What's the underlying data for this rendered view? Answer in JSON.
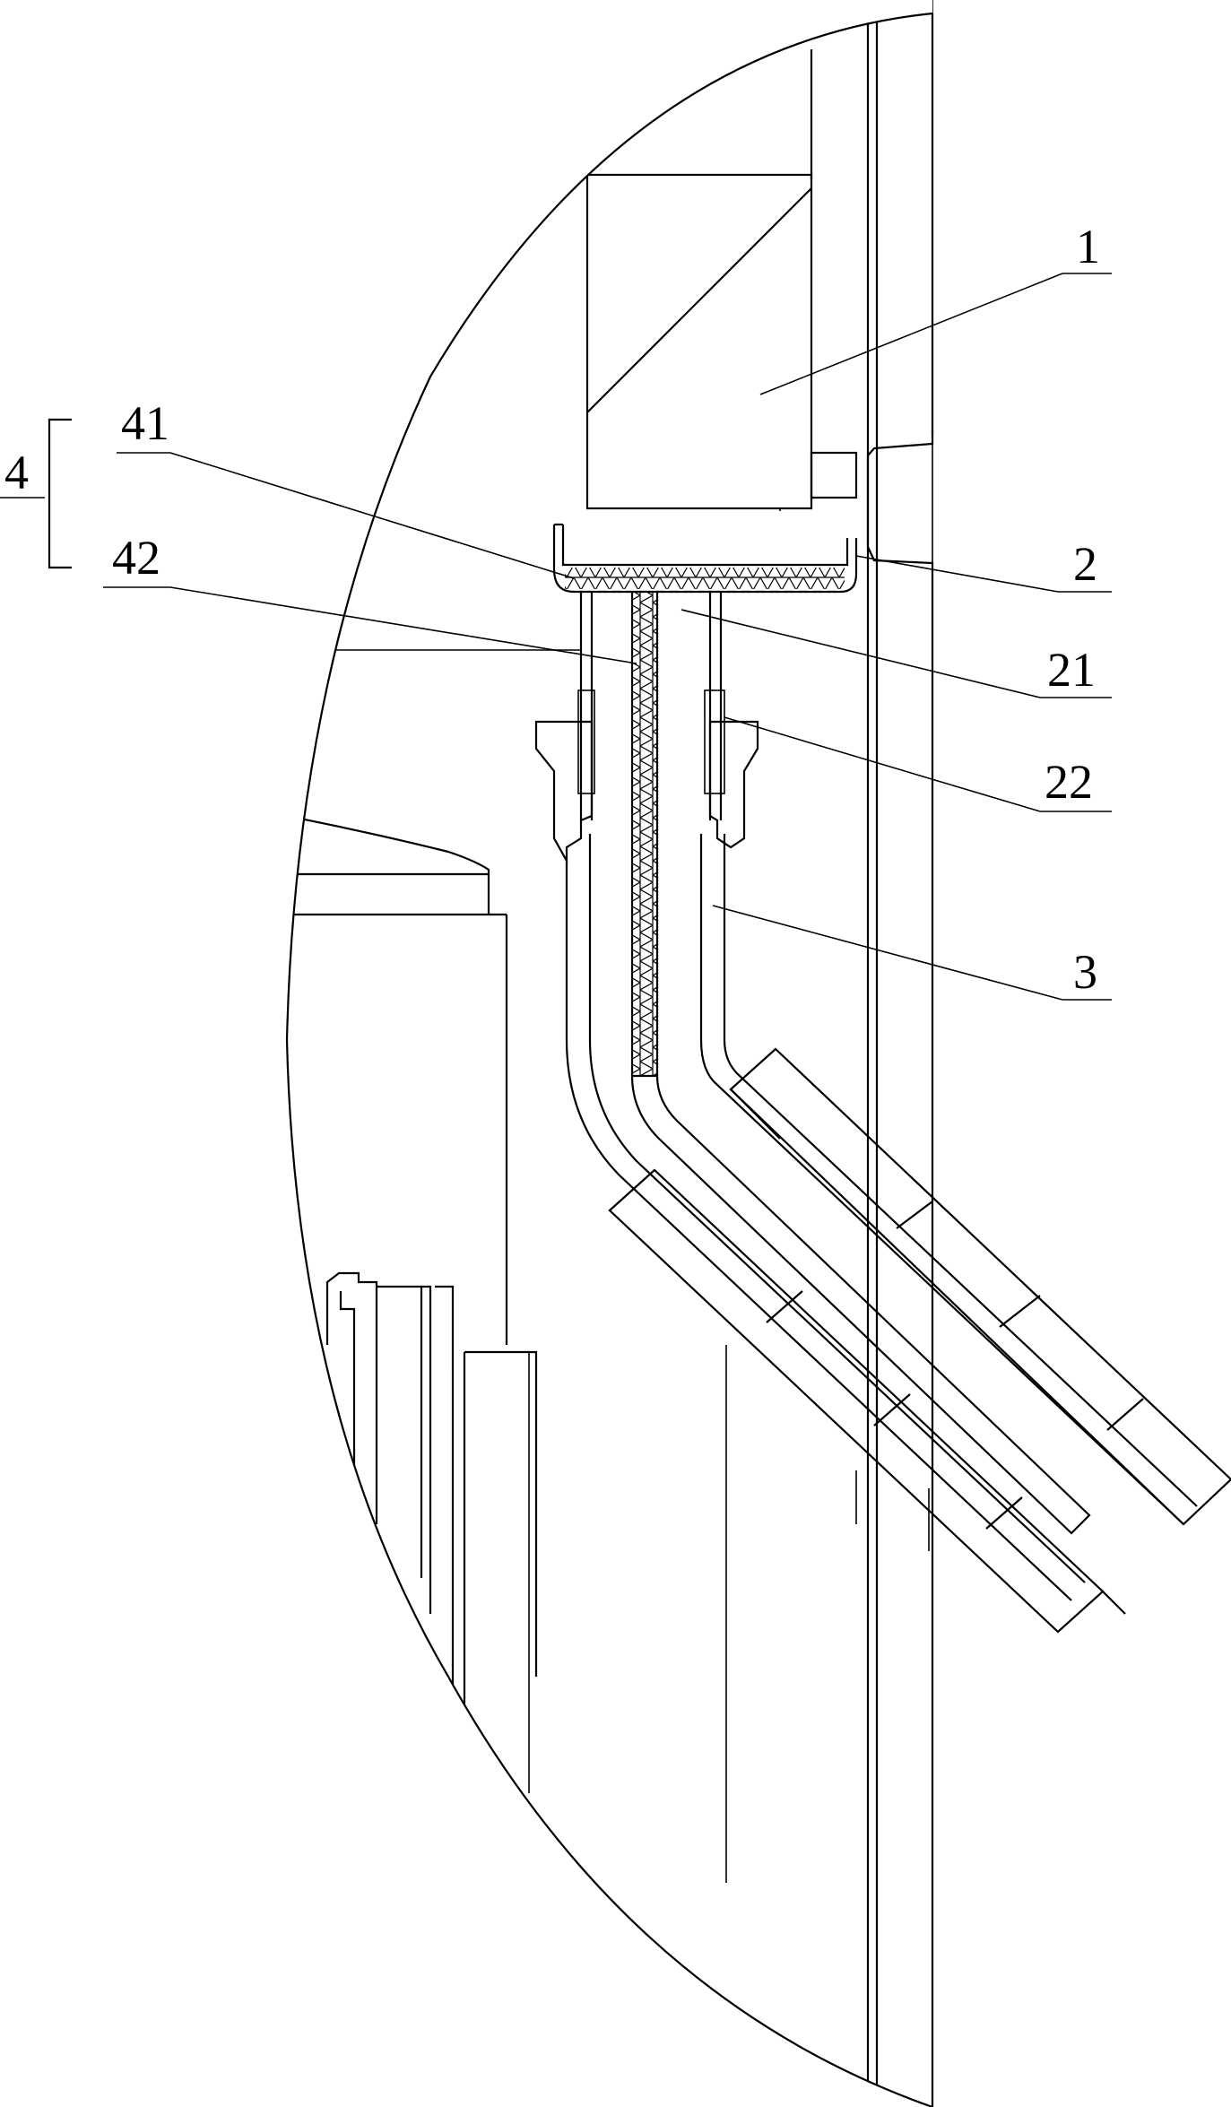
{
  "labels": {
    "l1": "1",
    "l2": "2",
    "l21": "21",
    "l22": "22",
    "l3": "3",
    "l4": "4",
    "l41": "41",
    "l42": "42"
  },
  "colors": {
    "line": "#000000",
    "background": "#ffffff"
  }
}
